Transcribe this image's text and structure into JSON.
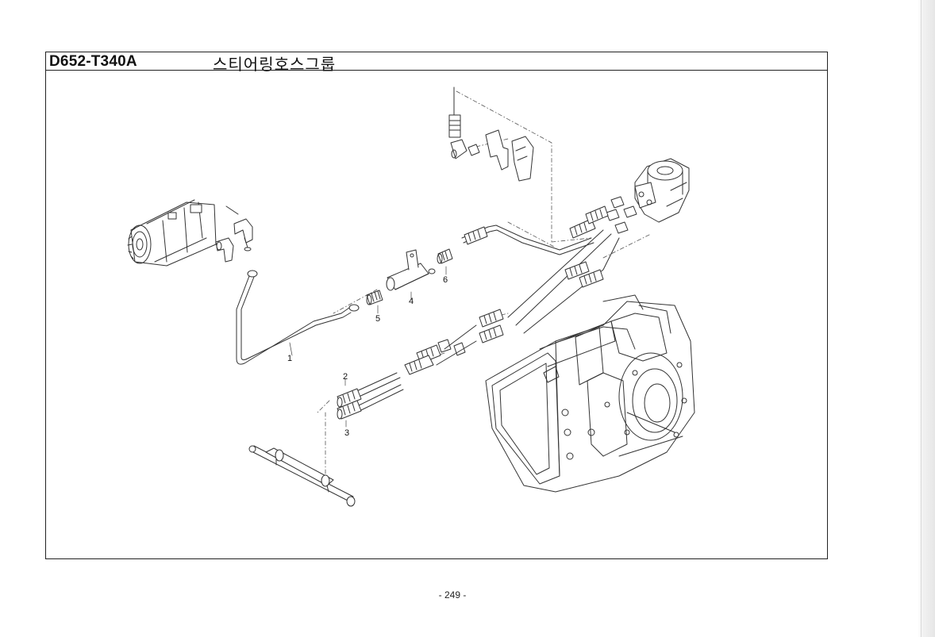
{
  "header": {
    "part_code": "D652-T340A",
    "group_title": "스티어링호스그룹"
  },
  "callouts": {
    "c1": "1",
    "c2": "2",
    "c3": "3",
    "c4": "4",
    "c5": "5",
    "c6": "6"
  },
  "footer": {
    "page_number": "- 249 -"
  }
}
